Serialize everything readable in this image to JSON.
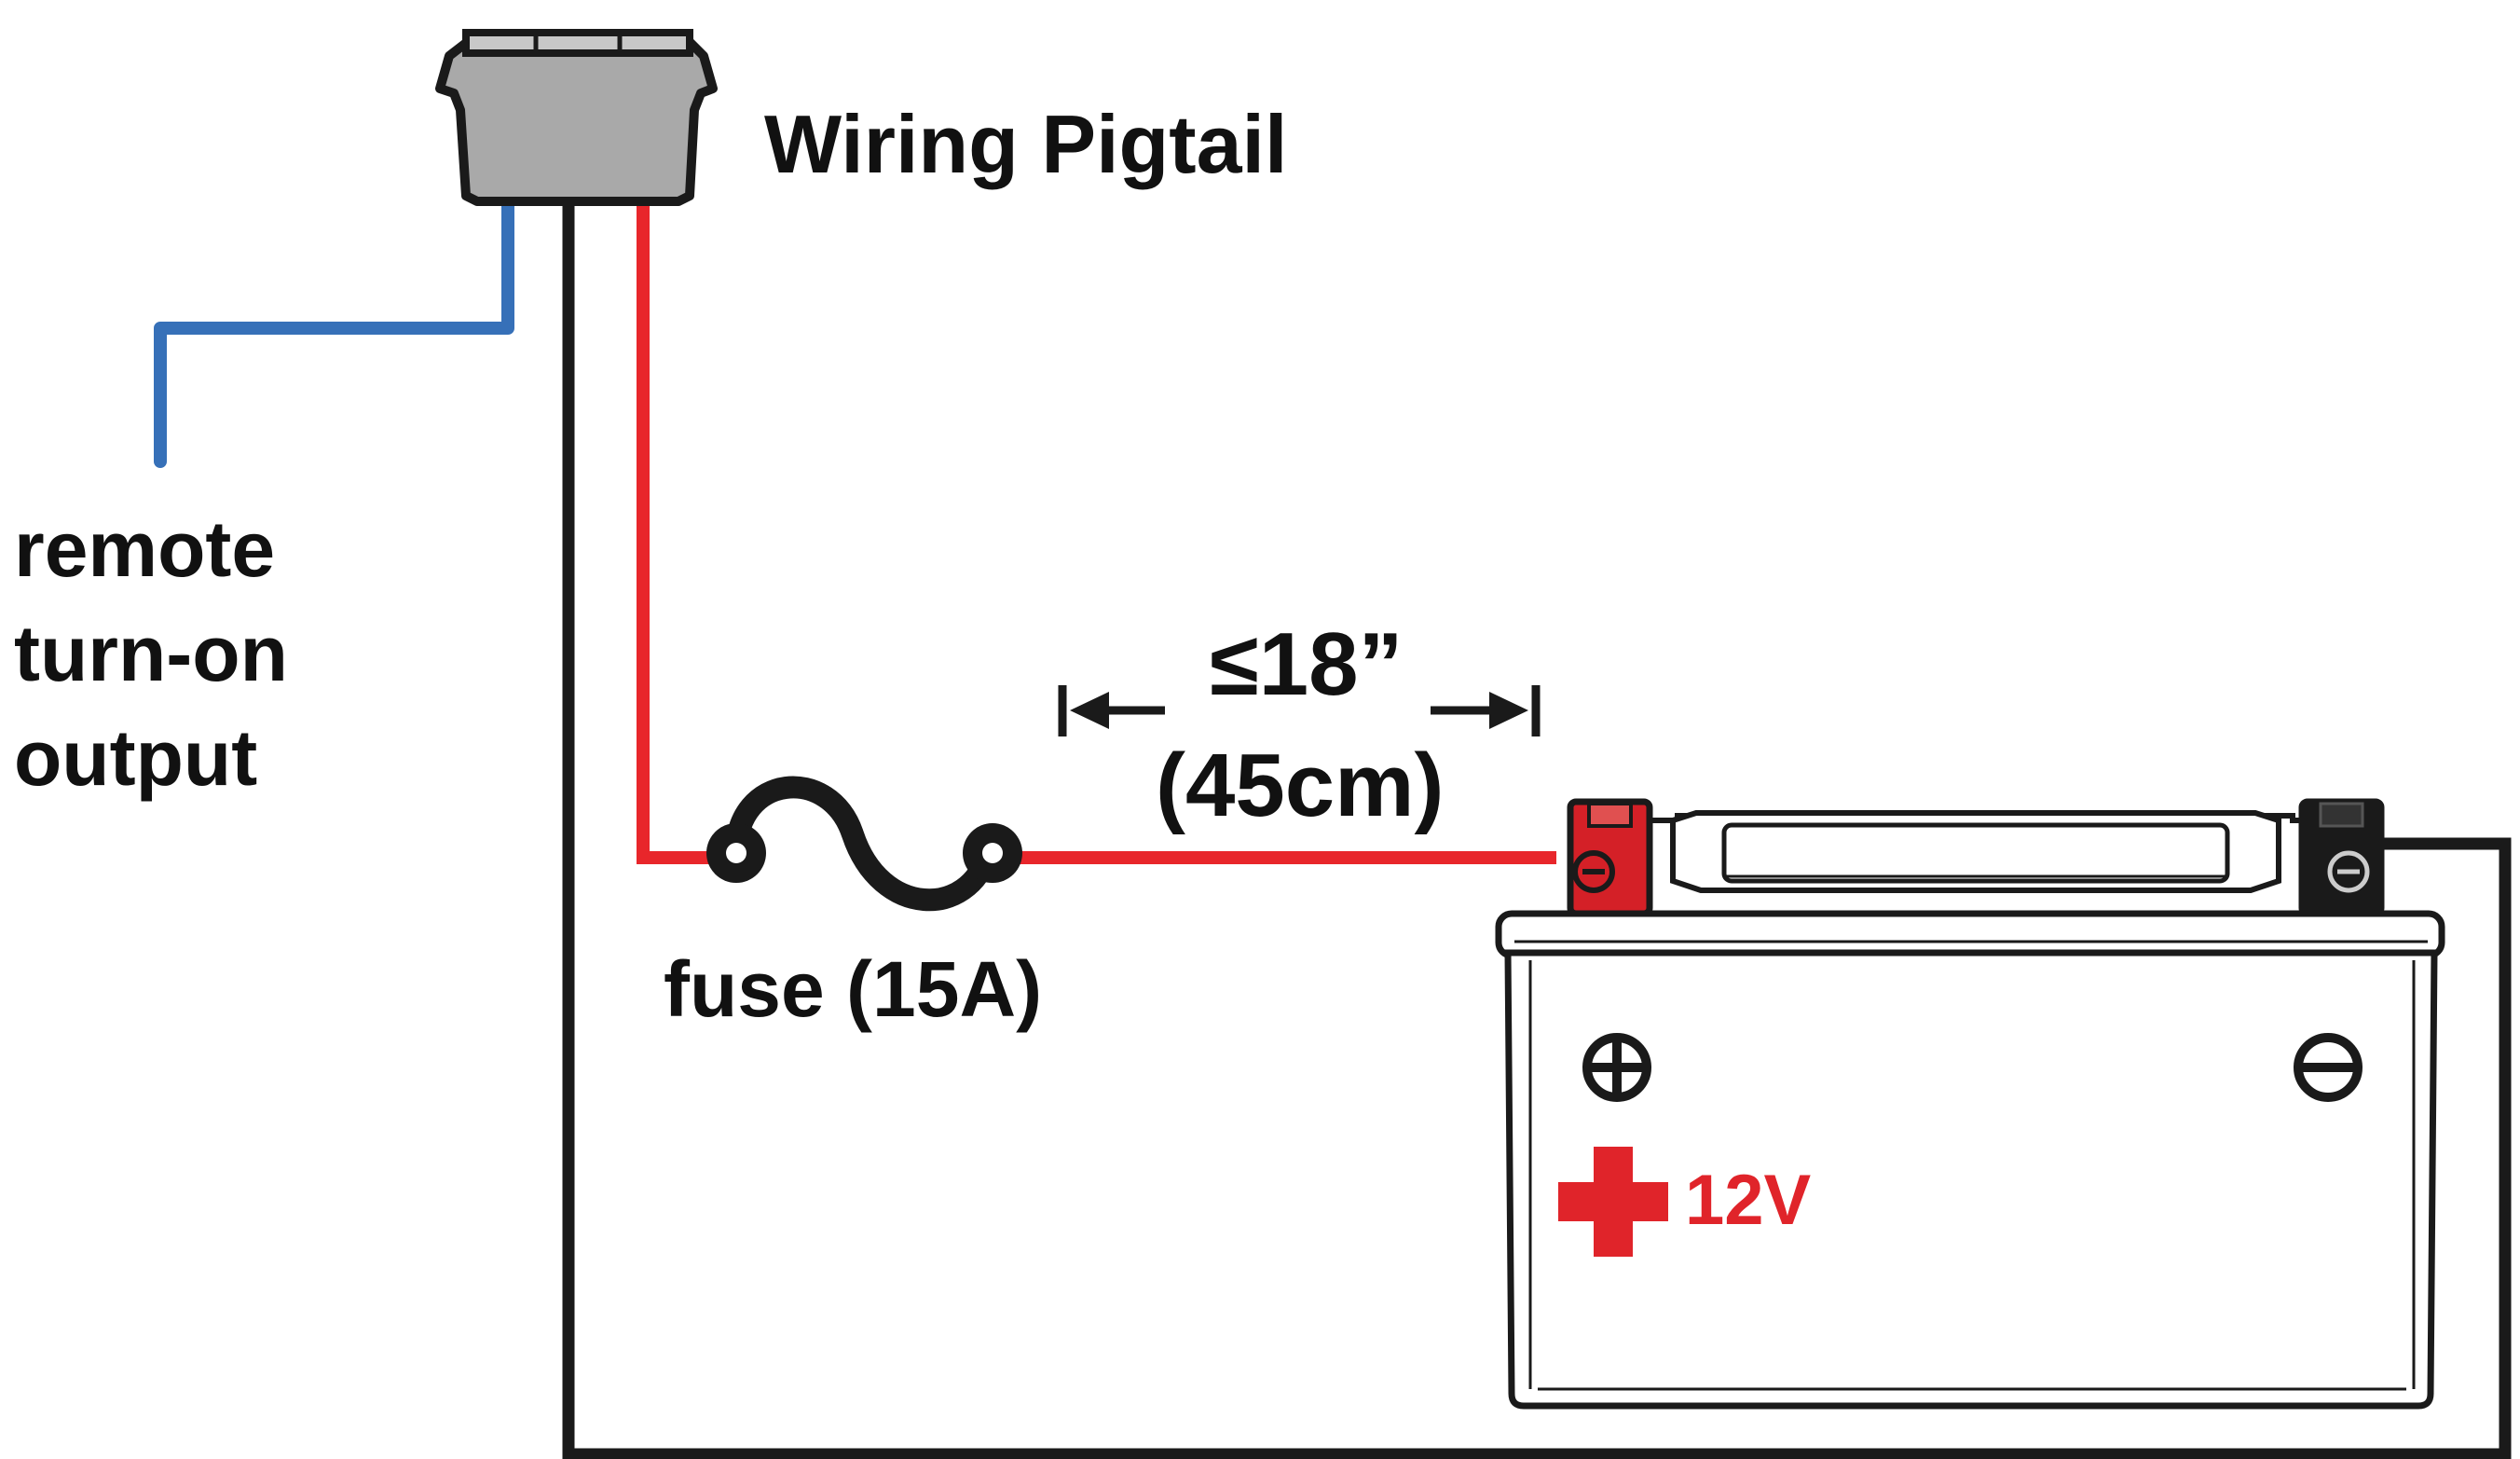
{
  "labels": {
    "pigtail": "Wiring Pigtail",
    "remote_line1": "remote",
    "remote_line2": "turn-on",
    "remote_line3": "output",
    "distance": "≤18”",
    "distance_metric": "(45cm)",
    "fuse": "fuse (15A)",
    "battery_voltage": "12V"
  },
  "symbols": {
    "positive": "⊕",
    "negative": "⊖"
  },
  "colors": {
    "positive_wire": "#e8262b",
    "ground_wire": "#1a1a1a",
    "remote_wire": "#3670b8",
    "connector_fill": "#a9a9a9",
    "positive_terminal": "#d42027",
    "negative_terminal": "#1a1a1a",
    "battery_label": "#e0242a"
  },
  "icons": {
    "connector": "wiring-pigtail-connector-icon",
    "fuse": "fuse-icon",
    "battery": "battery-icon",
    "arrow_left": "dimension-arrow-left-icon",
    "arrow_right": "dimension-arrow-right-icon"
  }
}
